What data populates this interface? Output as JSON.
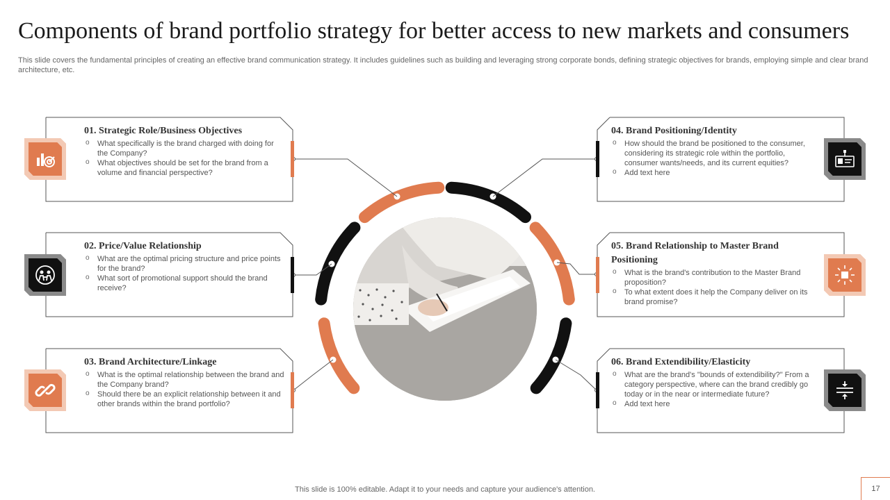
{
  "slide": {
    "title": "Components of brand portfolio strategy for better access to new markets and consumers",
    "subtitle": "This slide covers the fundamental principles of creating an effective  brand communication strategy. It includes guidelines such as building and leveraging strong corporate bonds,  defining strategic objectives for brands, employing simple and clear brand architecture, etc.",
    "footer": "This slide is 100% editable. Adapt it to your needs and capture your audience's attention.",
    "page_number": "17"
  },
  "colors": {
    "accent": "#e07b4f",
    "accent_light": "#f3c9b4",
    "dark": "#111111",
    "border": "#555555"
  },
  "components": [
    {
      "title": "01. Strategic Role/Business Objectives",
      "icon": "chart-target-icon",
      "bullets": [
        "What specifically is the brand charged with doing for the Company?",
        "What objectives should be set for the brand from a volume and financial perspective?"
      ]
    },
    {
      "title": "02. Price/Value  Relationship",
      "icon": "people-hands-icon",
      "bullets": [
        "What are the optimal pricing structure and price points for the brand?",
        "What sort of promotional support should the brand receive?"
      ]
    },
    {
      "title": "03. Brand Architecture/Linkage",
      "icon": "link-icon",
      "bullets": [
        "What is the optimal relationship between the brand and the Company brand?",
        "Should there be an explicit relationship between it and other brands within the brand portfolio?"
      ]
    },
    {
      "title": "04. Brand Positioning/Identity",
      "icon": "id-card-icon",
      "bullets": [
        "How should the brand be positioned to the consumer, considering its strategic role within the portfolio, consumer wants/needs, and its current equities?",
        "Add text here"
      ]
    },
    {
      "title": "05. Brand Relationship  to Master Brand Positioning",
      "icon": "box-rays-icon",
      "bullets": [
        "What is the brand's contribution to the Master Brand proposition?",
        "To what extent does it help the Company deliver on its brand promise?"
      ]
    },
    {
      "title": "06. Brand Extendibility/Elasticity",
      "icon": "compress-arrows-icon",
      "bullets": [
        "What are the brand's \"bounds of extendibility?\" From a category perspective, where can the brand credibly go today or in the near or intermediate future?",
        "Add text here"
      ]
    }
  ]
}
